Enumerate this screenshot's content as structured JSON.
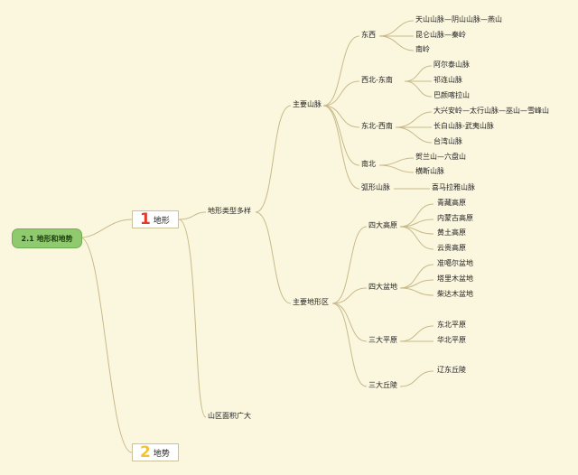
{
  "root": "2.1 地形和地势",
  "topics": [
    {
      "num": "1",
      "label": "地形"
    },
    {
      "num": "2",
      "label": "地势"
    }
  ],
  "sub": {
    "types": "地形类型多样",
    "mountain_area": "山区面积广大"
  },
  "groups": {
    "mountains": "主要山脉",
    "landforms": "主要地形区"
  },
  "mountain_dirs": [
    {
      "label": "东西",
      "items": [
        "天山山脉—阴山山脉—燕山",
        "昆仑山脉—秦岭",
        "南岭"
      ]
    },
    {
      "label": "西北-东南",
      "items": [
        "阿尔泰山脉",
        "祁连山脉",
        "巴颜喀拉山"
      ]
    },
    {
      "label": "东北-西南",
      "items": [
        "大兴安岭—太行山脉—巫山—雪峰山",
        "长白山脉-武夷山脉",
        "台湾山脉"
      ]
    },
    {
      "label": "南北",
      "items": [
        "贺兰山—六盘山",
        "横断山脉"
      ]
    },
    {
      "label": "弧形山脉",
      "items": [
        "喜马拉雅山脉"
      ]
    }
  ],
  "landform_groups": [
    {
      "label": "四大高原",
      "items": [
        "青藏高原",
        "内蒙古高原",
        "黄土高原",
        "云贵高原"
      ]
    },
    {
      "label": "四大盆地",
      "items": [
        "准噶尔盆地",
        "塔里木盆地",
        "柴达木盆地"
      ]
    },
    {
      "label": "三大平原",
      "items": [
        "东北平原",
        "华北平原"
      ]
    },
    {
      "label": "三大丘陵",
      "items": [
        "辽东丘陵"
      ]
    }
  ],
  "colors": {
    "background": "#fbf7df",
    "link": "#c8b98a",
    "root_fill": "#8fcb6e",
    "num1": "#e23a2b",
    "num2": "#f1c232"
  }
}
